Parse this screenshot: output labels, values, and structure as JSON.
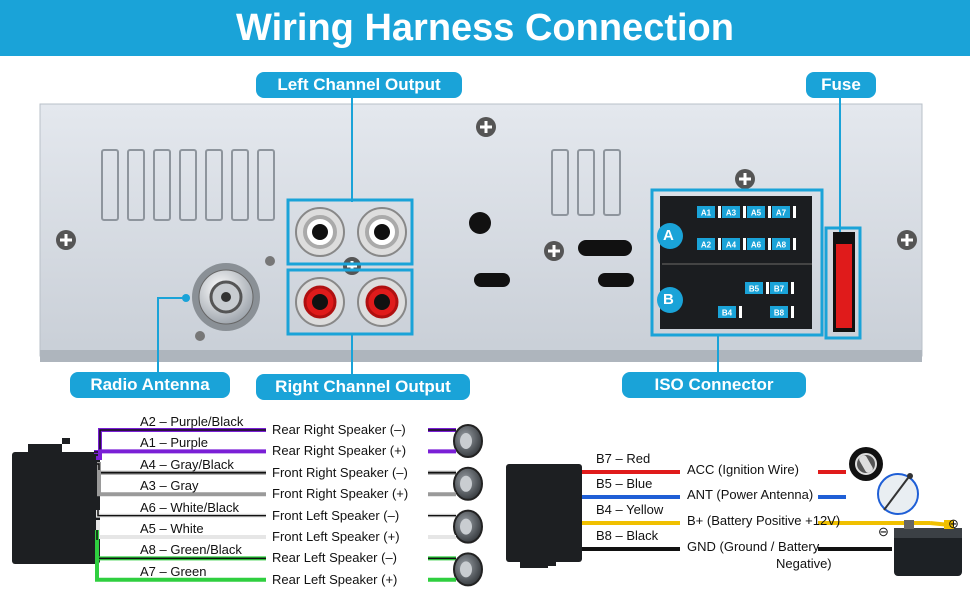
{
  "title": "Wiring Harness Connection",
  "callouts": {
    "left_channel": "Left Channel Output",
    "fuse": "Fuse",
    "radio_antenna": "Radio Antenna",
    "right_channel": "Right Channel Output",
    "iso_connector": "ISO Connector"
  },
  "iso": {
    "block_a": "A",
    "block_b": "B",
    "pins_a_top": [
      "A1",
      "A3",
      "A5",
      "A7"
    ],
    "pins_a_bottom": [
      "A2",
      "A4",
      "A6",
      "A8"
    ],
    "pins_b_top": [
      "B5",
      "B7"
    ],
    "pins_b_bottom": [
      "B4",
      "B8"
    ]
  },
  "colors": {
    "accent": "#1aa3d8",
    "purple": "#7a1fd6",
    "gray": "#9a9a9a",
    "white": "#e6e6e6",
    "green": "#2fcf3f",
    "red": "#e01b1b",
    "blue": "#1f5fd6",
    "yellow": "#f0c000",
    "black": "#111111"
  },
  "speaker_wires": [
    {
      "wire": "A2 – Purple/Black",
      "speaker": "Rear Right Speaker (–)",
      "color": "purple",
      "striped": true
    },
    {
      "wire": "A1 – Purple",
      "speaker": "Rear Right Speaker (+)",
      "color": "purple",
      "striped": false
    },
    {
      "wire": "A4 – Gray/Black",
      "speaker": "Front Right Speaker (–)",
      "color": "gray",
      "striped": true
    },
    {
      "wire": "A3 – Gray",
      "speaker": "Front Right Speaker (+)",
      "color": "gray",
      "striped": false
    },
    {
      "wire": "A6 – White/Black",
      "speaker": "Front Left Speaker (–)",
      "color": "white",
      "striped": true
    },
    {
      "wire": "A5 – White",
      "speaker": "Front Left Speaker (+)",
      "color": "white",
      "striped": false
    },
    {
      "wire": "A8 – Green/Black",
      "speaker": "Rear Left Speaker (–)",
      "color": "green",
      "striped": true
    },
    {
      "wire": "A7 – Green",
      "speaker": "Rear Left Speaker (+)",
      "color": "green",
      "striped": false
    }
  ],
  "power_wires": [
    {
      "wire": "B7 – Red",
      "function": "ACC (Ignition Wire)",
      "color": "red",
      "icon": "ignition-key-icon"
    },
    {
      "wire": "B5 – Blue",
      "function": "ANT (Power Antenna)",
      "color": "blue",
      "icon": "power-antenna-icon"
    },
    {
      "wire": "B4 – Yellow",
      "function": "B+ (Battery Positive +12V)",
      "color": "yellow",
      "icon": "battery-icon"
    },
    {
      "wire": "B8 – Black",
      "function": "GND (Ground / Battery",
      "function2": "Negative)",
      "color": "black",
      "icon": ""
    }
  ],
  "battery": {
    "minus": "⊖",
    "plus": "⊕"
  }
}
